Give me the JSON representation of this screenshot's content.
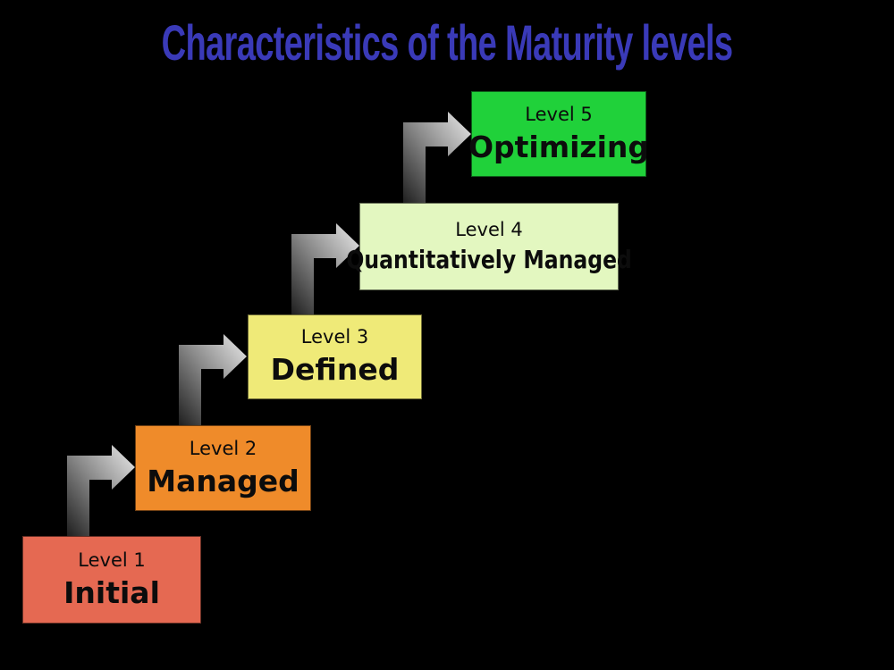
{
  "title": "Characteristics of the Maturity levels",
  "colors": {
    "background": "#000000",
    "title_text": "#3a3ab8",
    "box_text": "#0c0c0c",
    "arrow_gradient_dark": "#1f1f1f",
    "arrow_gradient_mid": "#8a8a8a",
    "arrow_gradient_light": "#ececec"
  },
  "levels": [
    {
      "label": "Level 1",
      "name": "Initial",
      "color": "#e56952"
    },
    {
      "label": "Level 2",
      "name": "Managed",
      "color": "#ef8b2a"
    },
    {
      "label": "Level 3",
      "name": "Defined",
      "color": "#efea78"
    },
    {
      "label": "Level 4",
      "name": "Quantitatively Managed",
      "color": "#e3f7c0"
    },
    {
      "label": "Level 5",
      "name": "Optimizing",
      "color": "#20d13a"
    }
  ],
  "icons": [
    {
      "name": "step-up-arrow-icon",
      "meaning": "bent arrow pointing from each level up to the next level"
    }
  ]
}
